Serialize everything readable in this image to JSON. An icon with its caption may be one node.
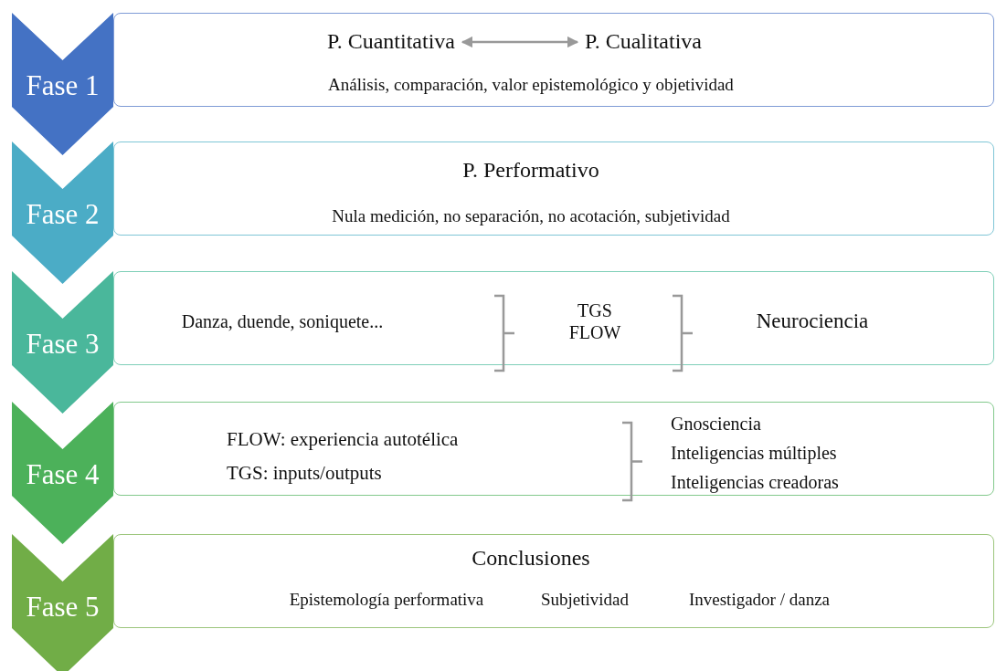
{
  "diagram": {
    "nodes": [
      {
        "text": [
          "Fase 1"
        ]
      },
      {
        "text": [
          "Análisis, comparación, valor epistemológico y objetividad"
        ]
      },
      {
        "text": [
          "P. Cuantitativa"
        ],
        "in": 1
      },
      {
        "text": [
          "P. Cualitativa"
        ],
        "in": 1
      },
      {
        "text": [
          "Fase 2"
        ]
      },
      {
        "text": [
          "P. Performativo",
          "Nula medición, no separación, no acotación, subjetividad"
        ]
      },
      {
        "text": [
          "Fase 3"
        ]
      },
      {
        "text": [
          "Danza, duende, soniquete...",
          "TGS FLOW",
          "Neurociencia"
        ]
      },
      {
        "text": [
          "Fase 4"
        ]
      },
      {
        "text": [
          "FLOW: experiencia autotélica",
          "TGS: inputs/outputs",
          "Gnosciencia",
          "Inteligencias múltiples",
          "Inteligencias creadoras"
        ]
      },
      {
        "text": [
          "Fase 5"
        ]
      },
      {
        "text": [
          "Conclusiones",
          "Epistemología performativa",
          "Subjetividad",
          "Investigador / danza"
        ]
      }
    ],
    "edges": [
      {
        "from": 2,
        "to": 3,
        "arrow": "both"
      }
    ]
  }
}
